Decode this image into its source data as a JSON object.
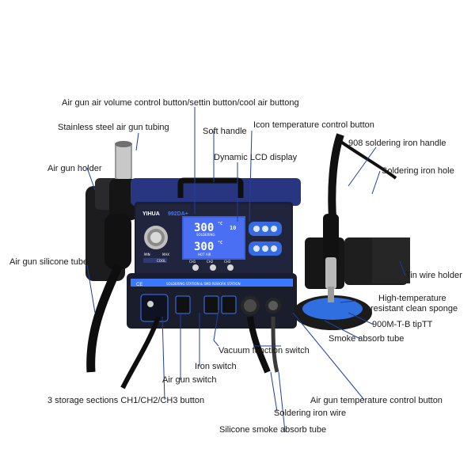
{
  "labels": {
    "air_volume": "Air gun air volume control button/settin button/cool air buttong",
    "tubing": "Stainless steel air gun tubing",
    "soft_handle": "Soft handle",
    "icon_temp": "Icon temperature control button",
    "iron_handle": "908 soldering iron handle",
    "lcd": "Dynamic LCD display",
    "gun_holder": "Air gun holder",
    "iron_hole": "Soldering iron hole",
    "silicone_tube": "Air gun silicone tube",
    "tin_holder": "Tin wire holder",
    "sponge_1": "High-temperature",
    "sponge_2": "resistant clean sponge",
    "tip": "900M-T-B tipTT",
    "smoke_tube": "Smoke absorb tube",
    "vacuum": "Vacuum function switch",
    "iron_switch": "Iron switch",
    "air_switch": "Air gun switch",
    "storage": "3 storage sections CH1/CH2/CH3 button",
    "gun_temp": "Air gun temperature control button",
    "iron_wire": "Soldering iron wire",
    "silicone_smoke": "Silicone smoke absorb tube"
  },
  "device": {
    "brand": "YIHUA",
    "model": "992DA+",
    "lcd_top_value": "300",
    "lcd_top_unit": "°C",
    "lcd_top_label": "SOLDERING",
    "lcd_top_side": "10",
    "lcd_bottom_value": "300",
    "lcd_bottom_unit": "°C",
    "lcd_bottom_label": "HOT AIR",
    "knob_min": "MIN",
    "knob_max": "MAX",
    "cool_label": "COOL",
    "ch_buttons": [
      "CH1",
      "CH2",
      "CH3"
    ],
    "front_banner": "SOLDERING STATION & SMD REWORK STATION",
    "ce_mark": "CE"
  },
  "colors": {
    "body": "#2d3a8c",
    "accent_blue": "#3b78ff",
    "lcd": "#3a5fe0",
    "line": "#1f3fa0"
  }
}
